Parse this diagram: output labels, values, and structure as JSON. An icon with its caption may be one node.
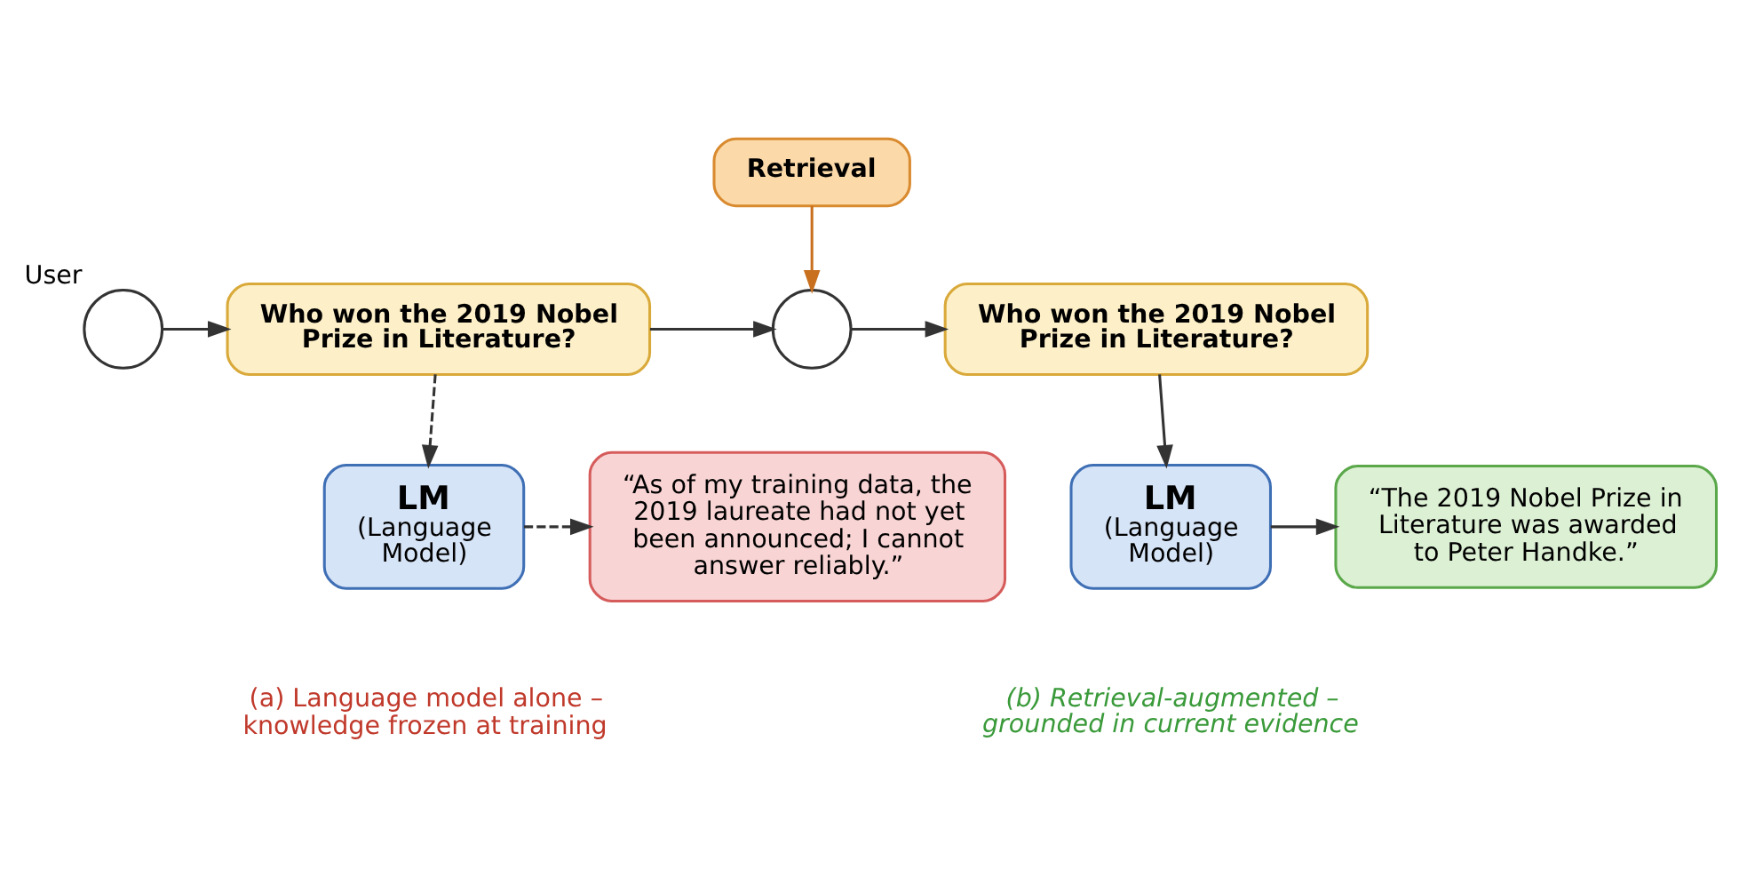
{
  "diagram": {
    "nodes": [
      {
        "text": [],
        "shape": "circle",
        "beside": [
          "User"
        ]
      },
      {
        "text": [
          "Who won the 2019 Nobel Prize in Literature?"
        ]
      },
      {
        "text": [
          "Retrieval"
        ]
      },
      {
        "text": [],
        "shape": "circle"
      },
      {
        "text": [
          "Who won the 2019 Nobel Prize in Literature?"
        ]
      },
      {
        "text": [
          "LM",
          "(Language Model)"
        ]
      },
      {
        "text": [
          "“As of my training data, the 2019 laureate had not yet been announced; I cannot answer reliably.”"
        ]
      },
      {
        "text": [
          "LM",
          "(Language Model)"
        ]
      },
      {
        "text": [
          "“The 2019 Nobel Prize in Literature was awarded to Peter Handke.”"
        ]
      }
    ],
    "edges": [
      {
        "from": 0,
        "to": 1,
        "arrow": "to"
      },
      {
        "from": 1,
        "to": 3,
        "arrow": "to"
      },
      {
        "from": 2,
        "to": 3,
        "arrow": "to",
        "color": "#c8701e"
      },
      {
        "from": 3,
        "to": 4,
        "arrow": "to"
      },
      {
        "from": 1,
        "to": 5,
        "arrow": "to",
        "style": "dashed"
      },
      {
        "from": 5,
        "to": 6,
        "arrow": "to",
        "style": "dashed"
      },
      {
        "from": 4,
        "to": 7,
        "arrow": "to"
      },
      {
        "from": 7,
        "to": 8,
        "arrow": "to"
      }
    ],
    "labels": [
      "(a) Language model alone – knowledge frozen at training",
      "(b) Retrieval-augmented – grounded in current evidence"
    ]
  }
}
